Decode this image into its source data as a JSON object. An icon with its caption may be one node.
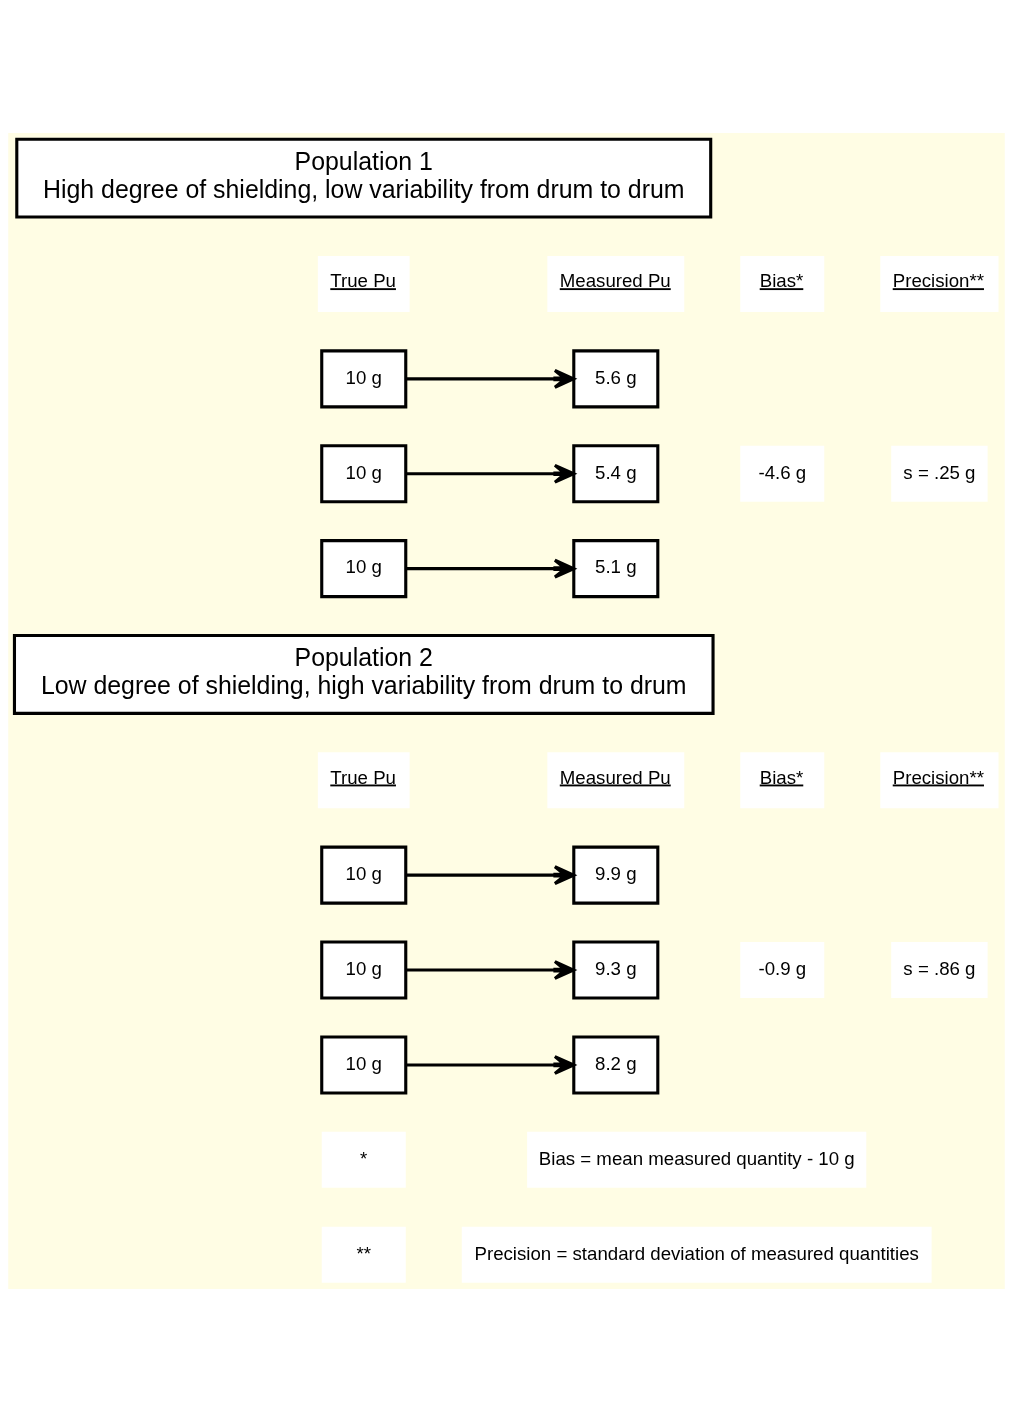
{
  "diagram": {
    "nodes": [
      {
        "text": [
          "Population 1",
          "High degree of shielding, low variability from drum to drum"
        ]
      },
      {
        "text": [
          "10 g"
        ]
      },
      {
        "text": [
          "5.6 g"
        ]
      },
      {
        "text": [
          "10 g"
        ]
      },
      {
        "text": [
          "5.4 g"
        ]
      },
      {
        "text": [
          "10 g"
        ]
      },
      {
        "text": [
          "5.1 g"
        ]
      },
      {
        "text": [
          "Population 2",
          "Low degree of shielding, high variability from drum to drum"
        ]
      },
      {
        "text": [
          "10 g"
        ]
      },
      {
        "text": [
          "9.9 g"
        ]
      },
      {
        "text": [
          "10 g"
        ]
      },
      {
        "text": [
          "9.3 g"
        ]
      },
      {
        "text": [
          "10 g"
        ]
      },
      {
        "text": [
          "8.2 g"
        ]
      }
    ],
    "edges": [
      {
        "from": 1,
        "to": 2,
        "arrow": "to"
      },
      {
        "from": 3,
        "to": 4,
        "arrow": "to"
      },
      {
        "from": 5,
        "to": 6,
        "arrow": "to"
      },
      {
        "from": 8,
        "to": 9,
        "arrow": "to"
      },
      {
        "from": 10,
        "to": 11,
        "arrow": "to"
      },
      {
        "from": 12,
        "to": 13,
        "arrow": "to"
      }
    ],
    "labels": [
      "True Pu",
      "Measured Pu",
      "Bias*",
      "Precision**",
      "-4.6 g",
      "s = .25 g",
      "True Pu",
      "Measured Pu",
      "Bias*",
      "Precision**",
      "-0.9 g",
      "s = .86 g",
      "*",
      "Bias = mean measured quantity - 10 g",
      "**",
      "Precision = standard deviation of measured quantities"
    ]
  }
}
